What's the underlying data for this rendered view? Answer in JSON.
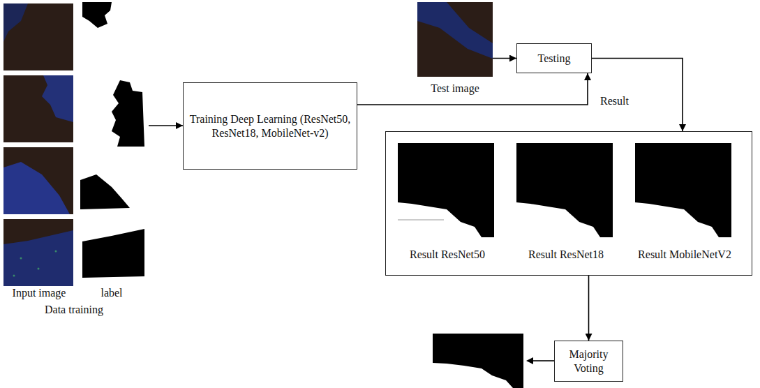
{
  "diagram": {
    "nodes": [
      {
        "text": [
          "Input image",
          "label",
          "Data training"
        ]
      },
      {
        "text": [
          "Training Deep Learning (ResNet50, ResNet18, MobileNet-v2)"
        ]
      },
      {
        "text": [
          "Test image"
        ]
      },
      {
        "text": [
          "Testing"
        ]
      },
      {
        "text": [
          "Result ResNet50",
          "Result ResNet18",
          "Result MobileNetV2"
        ]
      },
      {
        "text": [
          "Majority Voting"
        ]
      }
    ],
    "edges": [
      {
        "from": 0,
        "to": 1,
        "arrow": "to"
      },
      {
        "from": 1,
        "to": 3,
        "arrow": "to"
      },
      {
        "from": 2,
        "to": 3,
        "arrow": "to"
      },
      {
        "from": 3,
        "to": 4,
        "label": "Result",
        "arrow": "to"
      },
      {
        "from": 4,
        "to": 5,
        "arrow": "to"
      }
    ]
  }
}
